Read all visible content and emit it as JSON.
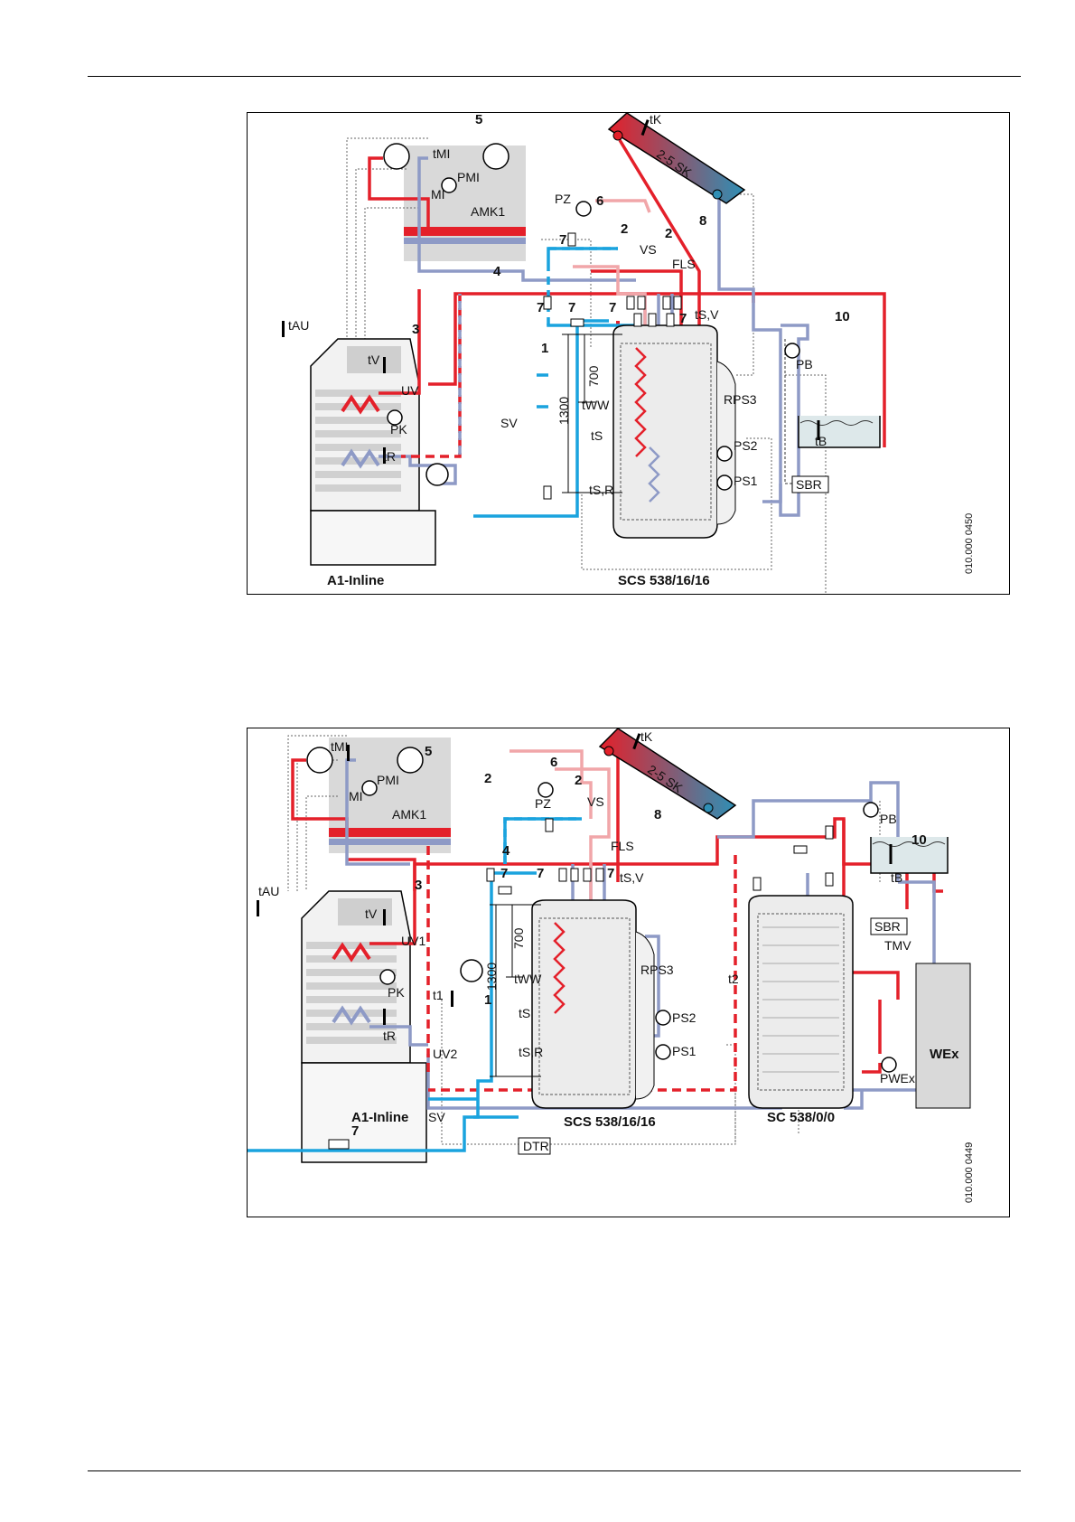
{
  "diagram1": {
    "labels": {
      "n5": "5",
      "tMI": "tMI",
      "PMI": "PMI",
      "MI": "MI",
      "AMK1": "AMK1",
      "tK": "tK",
      "collector": "2-5 SK",
      "n8": "8",
      "PZ": "PZ",
      "n6": "6",
      "n2a": "2",
      "n2b": "2",
      "n7a": "7",
      "VS": "VS",
      "n4": "4",
      "FLS": "FLS",
      "n10": "10",
      "tAU": "tAU",
      "n3": "3",
      "n7b": "7",
      "n7c": "7",
      "n7d": "7",
      "n7e": "7",
      "tSV": "tS,V",
      "n1": "1",
      "tV": "tV",
      "UV": "UV",
      "PB": "PB",
      "dim700": "700",
      "dim1300": "1300",
      "tWW": "tWW",
      "RPS3": "RPS3",
      "SV": "SV",
      "PK": "PK",
      "tS": "tS",
      "tB": "tB",
      "PS2": "PS2",
      "PS1": "PS1",
      "tR": "tR",
      "tSR": "tS,R",
      "SBR": "SBR"
    },
    "boiler_caption": "A1-Inline",
    "tank_caption": "SCS 538/16/16",
    "code": "010.000 0450"
  },
  "diagram2": {
    "labels": {
      "tMI": "tMI",
      "n5": "5",
      "tK": "tK",
      "n6": "6",
      "n2a": "2",
      "n2b": "2",
      "PMI": "PMI",
      "PZ": "PZ",
      "MI": "MI",
      "AMK1": "AMK1",
      "VS": "VS",
      "collector": "2-5 SK",
      "n8": "8",
      "PB": "PB",
      "n4": "4",
      "FLS": "FLS",
      "n10": "10",
      "n3": "3",
      "n7a": "7",
      "n7b": "7",
      "n7c": "7",
      "tSV": "tS,V",
      "tB": "tB",
      "tAU": "tAU",
      "tV": "tV",
      "SBR": "SBR",
      "UV1": "UV1",
      "dim700": "700",
      "dim1300": "1300",
      "RPS3": "RPS3",
      "tWW": "tWW",
      "TMV": "TMV",
      "t2": "t2",
      "PK": "PK",
      "t1": "t1",
      "n1": "1",
      "tS": "tS",
      "PS2": "PS2",
      "PS1": "PS1",
      "tR": "tR",
      "UV2": "UV2",
      "tSR": "tS,R",
      "WEx": "WEx",
      "PWEx": "PWEx",
      "n7d": "7",
      "SV": "SV",
      "DTR": "DTR"
    },
    "boiler_caption": "A1-Inline",
    "tank_caption": "SCS 538/16/16",
    "tank2_caption": "SC 538/0/0",
    "code": "010.000 0449"
  },
  "colors": {
    "flow": "#e4202a",
    "return": "#8e9ac6",
    "cold": "#1aa3de",
    "dhw": "#f1a6a9",
    "panel_grey": "#d9d9d9"
  }
}
